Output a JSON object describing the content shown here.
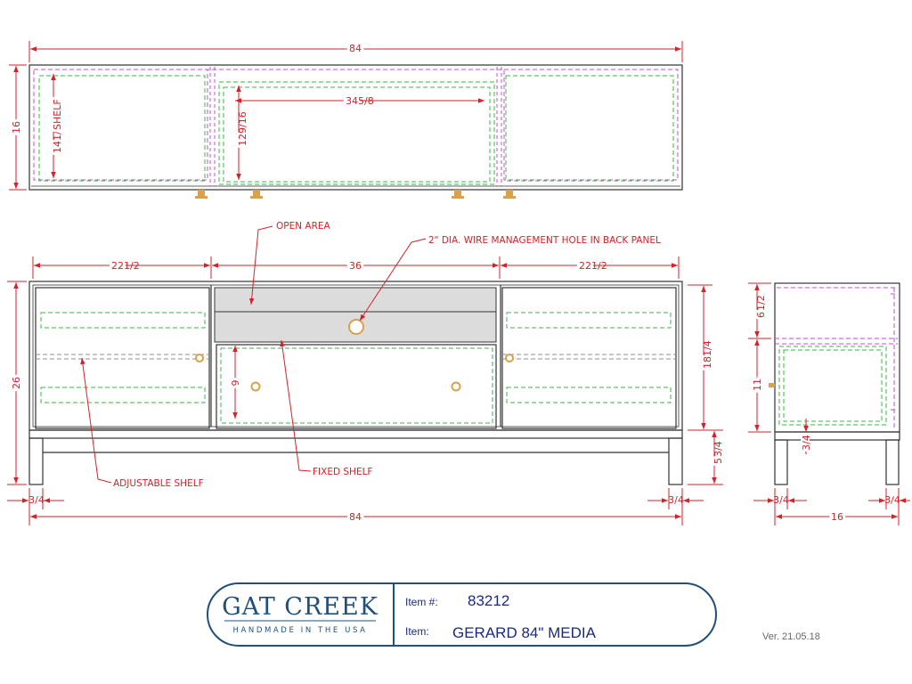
{
  "colors": {
    "outline": "#333333",
    "dimension": "#d2232a",
    "shelf_green": "#3cb64a",
    "panel_magenta": "#c24fd3",
    "hidden_gray": "#8e8e8e",
    "open_area": "#dcdcdc",
    "hardware": "#d9a24a",
    "brand_blue": "#1f4f7a",
    "title_blue": "#1a2a80"
  },
  "top_view": {
    "overall_width": "84",
    "depth": "16",
    "shelf_depth_label": "SHELF",
    "shelf_depth_whole": "14",
    "shelf_depth_frac": "1/2",
    "opening_width_whole": "34",
    "opening_width_frac": "5/8",
    "opening_depth_whole": "12",
    "opening_depth_frac": "9/16"
  },
  "front_view": {
    "left_section_whole": "22",
    "left_section_frac": "1/2",
    "center_section": "36",
    "right_section_whole": "22",
    "right_section_frac": "1/2",
    "height": "26",
    "drawer_height": "9",
    "case_height_whole": "18",
    "case_height_frac": "1/4",
    "leg_height_whole": "5",
    "leg_height_frac": "3/4",
    "leg_left_frac": "3/4",
    "leg_right_frac": "3/4",
    "overall_width": "84",
    "notes": {
      "open_area": "OPEN AREA",
      "wire_hole": "2\" DIA. WIRE MANAGEMENT HOLE IN BACK PANEL",
      "fixed_shelf": "FIXED SHELF",
      "adjustable_shelf": "ADJUSTABLE SHELF"
    }
  },
  "side_view": {
    "upper_height_whole": "6",
    "upper_height_frac": "1/2",
    "lower_height": "11",
    "shelf_thickness_frac": "3/4",
    "leg_left_frac": "3/4",
    "leg_right_frac": "3/4",
    "depth": "16"
  },
  "title_block": {
    "brand": "GAT CREEK",
    "tagline": "HANDMADE IN THE USA",
    "item_number_label": "Item #:",
    "item_number": "83212",
    "item_label": "Item:",
    "item_name": "GERARD 84\" MEDIA",
    "version": "Ver. 21.05.18"
  }
}
